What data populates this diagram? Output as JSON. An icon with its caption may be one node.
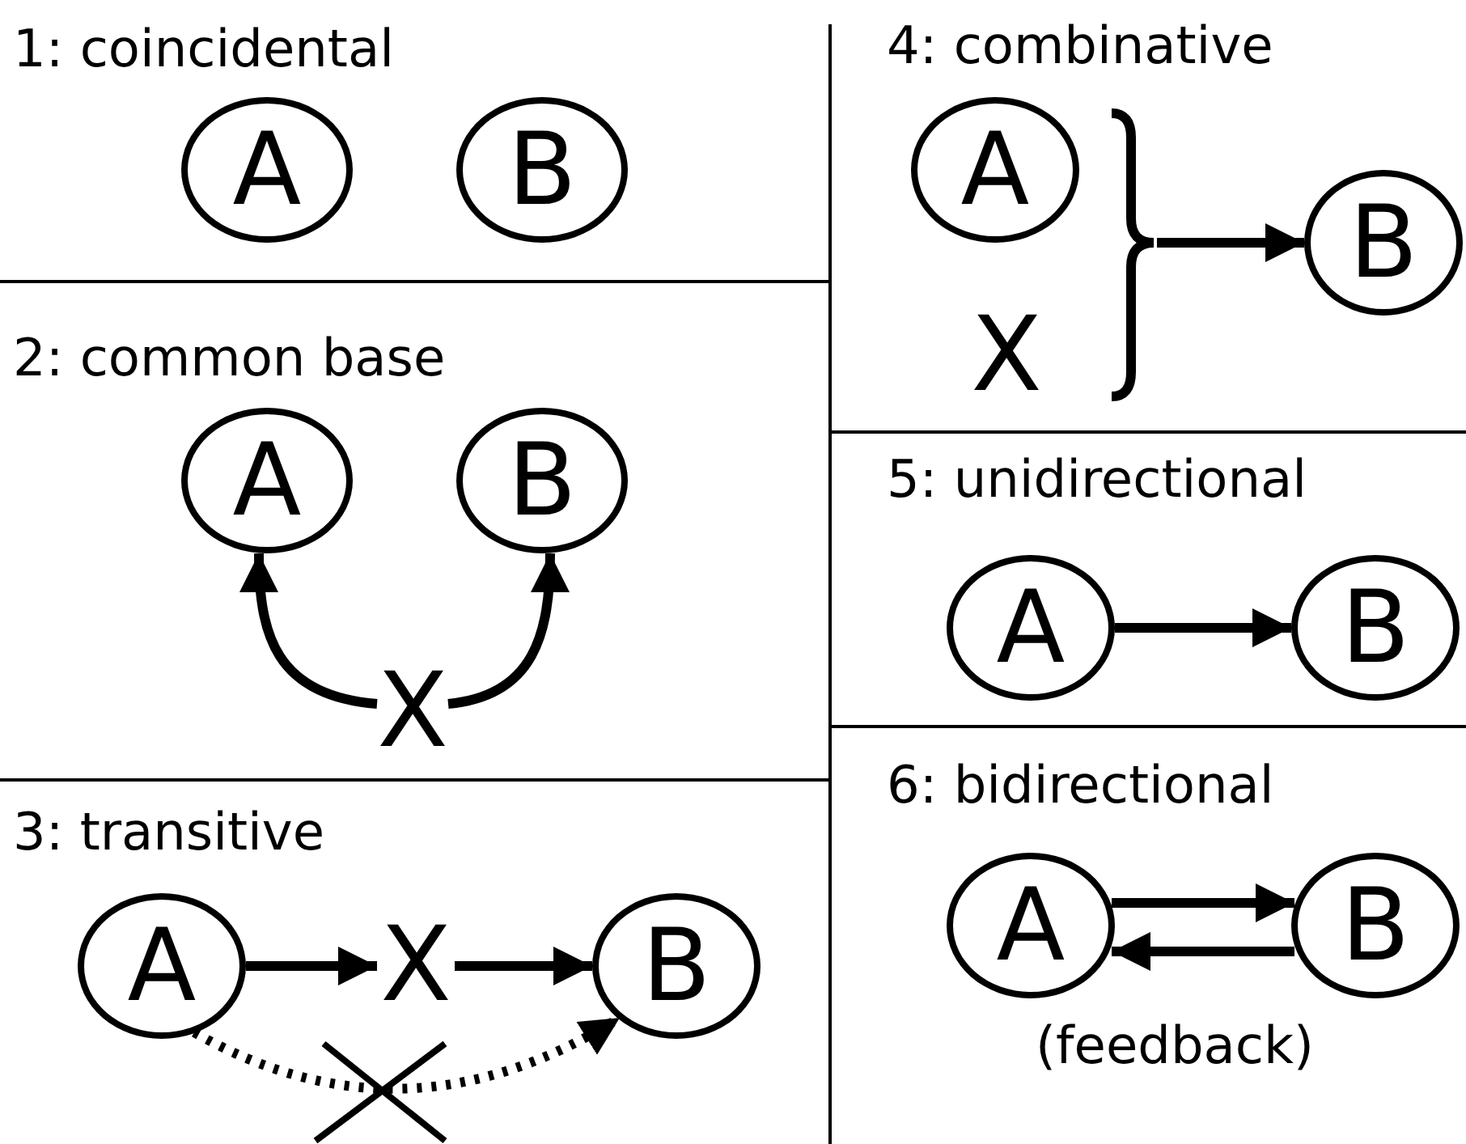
{
  "diagram": {
    "nodes": [
      {
        "text": [
          "A"
        ]
      },
      {
        "text": [
          "B"
        ]
      },
      {
        "text": [
          "A"
        ]
      },
      {
        "text": [
          "B"
        ]
      },
      {
        "text": [
          "X"
        ]
      },
      {
        "text": [
          "A"
        ]
      },
      {
        "text": [
          "X"
        ]
      },
      {
        "text": [
          "B"
        ]
      },
      {
        "text": [
          "A"
        ]
      },
      {
        "text": [
          "X"
        ]
      },
      {
        "text": [
          "B"
        ]
      },
      {
        "text": [
          "A"
        ]
      },
      {
        "text": [
          "B"
        ]
      },
      {
        "text": [
          "A"
        ]
      },
      {
        "text": [
          "B"
        ]
      }
    ],
    "edges": [
      {
        "from": 4,
        "to": 2,
        "arrow": "to"
      },
      {
        "from": 4,
        "to": 3,
        "arrow": "to"
      },
      {
        "from": 5,
        "to": 6,
        "arrow": "to"
      },
      {
        "from": 6,
        "to": 7,
        "arrow": "to"
      },
      {
        "from": 5,
        "to": 7,
        "arrow": "to",
        "style": "dashed"
      },
      {
        "from": 8,
        "to": 10,
        "arrow": "to"
      },
      {
        "from": 9,
        "to": 10,
        "arrow": "to"
      },
      {
        "from": 11,
        "to": 12,
        "arrow": "to"
      },
      {
        "from": 13,
        "to": 14,
        "arrow": "to"
      },
      {
        "from": 14,
        "to": 13,
        "arrow": "to"
      }
    ],
    "labels": [
      "1: coincidental",
      "2: common base",
      "3: transitive",
      "4: combinative",
      "5: unidirectional",
      "6: bidirectional",
      "(feedback)"
    ]
  }
}
